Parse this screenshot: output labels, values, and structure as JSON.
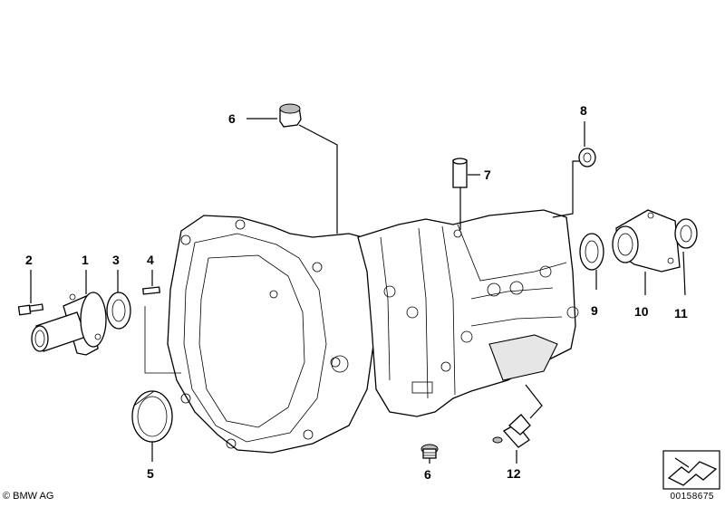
{
  "diagram": {
    "callouts": [
      {
        "id": "c6a",
        "label": "6"
      },
      {
        "id": "c8",
        "label": "8"
      },
      {
        "id": "c7",
        "label": "7"
      },
      {
        "id": "c2",
        "label": "2"
      },
      {
        "id": "c1",
        "label": "1"
      },
      {
        "id": "c3",
        "label": "3"
      },
      {
        "id": "c4",
        "label": "4"
      },
      {
        "id": "c9",
        "label": "9"
      },
      {
        "id": "c10",
        "label": "10"
      },
      {
        "id": "c11",
        "label": "11"
      },
      {
        "id": "c5",
        "label": "5"
      },
      {
        "id": "c6b",
        "label": "6"
      },
      {
        "id": "c12",
        "label": "12"
      }
    ],
    "copyright": "© BMW AG",
    "reference_number": "00158675",
    "line_color": "#000000",
    "background_color": "#ffffff"
  }
}
